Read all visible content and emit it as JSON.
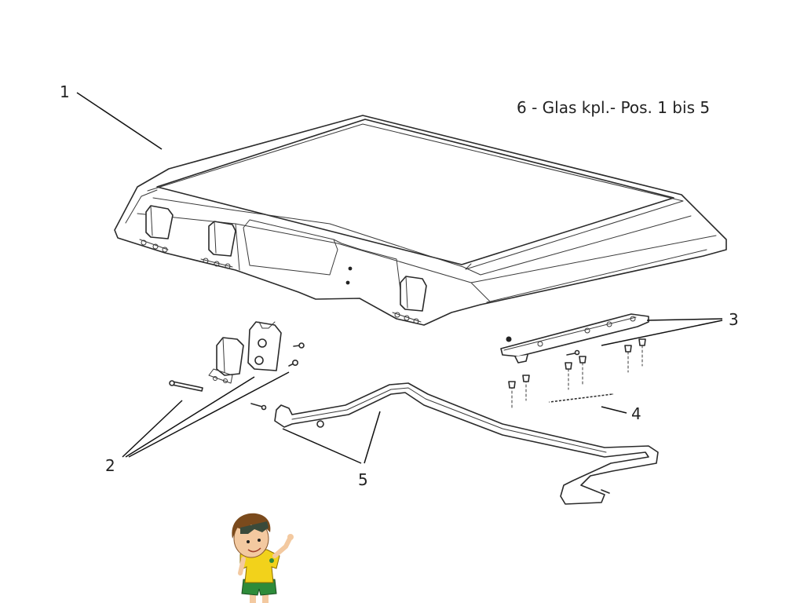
{
  "diagram": {
    "note": "6 - Glas kpl.- Pos. 1 bis 5",
    "callouts": {
      "n1": "1",
      "n2": "2",
      "n3": "3",
      "n4": "4",
      "n5": "5"
    }
  },
  "mascot": {
    "name": "boy-mascot",
    "shirt_color": "#f2d21b",
    "shorts_color": "#2e8b3a",
    "hair_color": "#7a4a1c"
  }
}
